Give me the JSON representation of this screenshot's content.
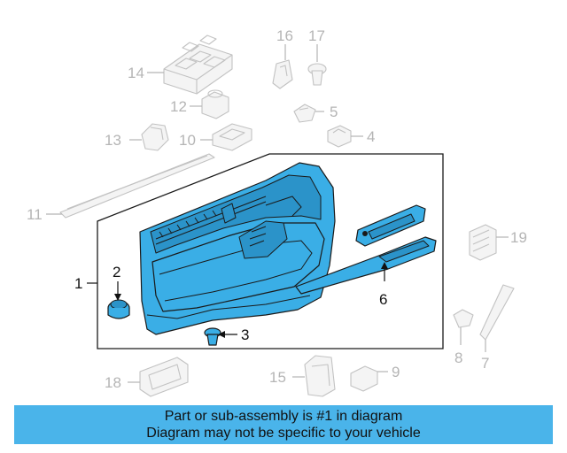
{
  "callouts": {
    "c1": "1",
    "c2": "2",
    "c3": "3",
    "c4": "4",
    "c5": "5",
    "c6": "6",
    "c7": "7",
    "c8": "8",
    "c9": "9",
    "c10": "10",
    "c11": "11",
    "c12": "12",
    "c13": "13",
    "c14": "14",
    "c15": "15",
    "c16": "16",
    "c17": "17",
    "c18": "18",
    "c19": "19"
  },
  "banner": {
    "line1": "Part or sub-assembly is #1 in diagram",
    "line2": "Diagram may not be specific to your vehicle"
  },
  "colors": {
    "highlight": "#3aaee6",
    "banner": "#4ab4ea",
    "ghost": "#c2c2c2"
  }
}
